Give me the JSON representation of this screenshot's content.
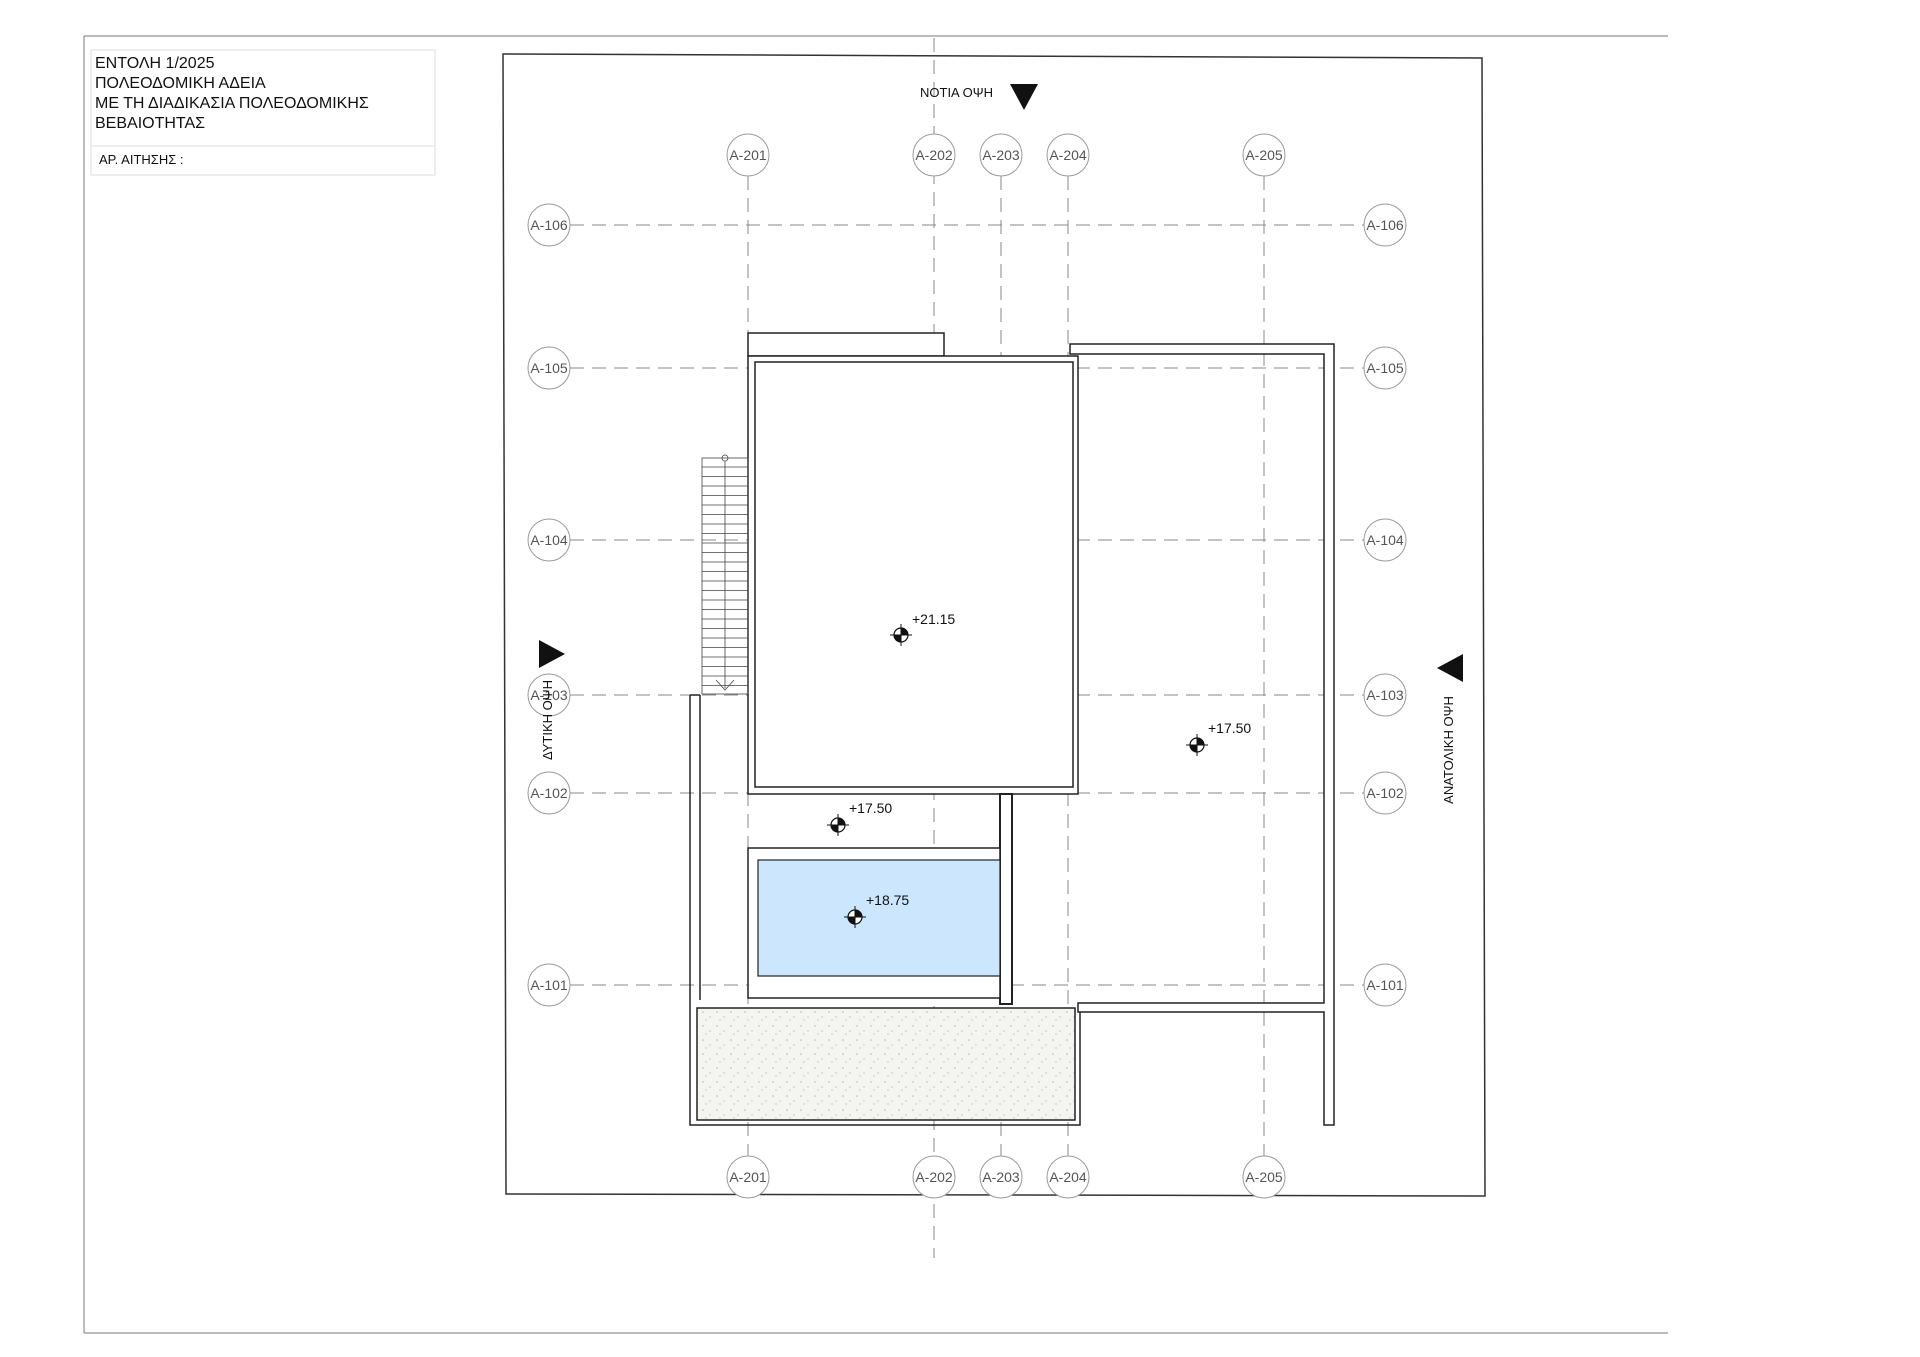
{
  "title_block": {
    "lines": [
      "ΕΝΤΟΛΗ  1/2025",
      "ΠΟΛΕΟΔΟΜΙΚΗ ΑΔΕΙΑ",
      "ΜΕ ΤΗ ΔΙΑΔΙΚΑΣΙΑ ΠΟΛΕΟΔΟΜΙΚΗΣ",
      "ΒΕΒΑΙΟΤΗΤΑΣ"
    ],
    "application_no_label": "ΑΡ. ΑΙΤΗΣΗΣ :"
  },
  "elevations": {
    "south": "ΝΟΤΙΑ ΟΨΗ",
    "west": "ΔΥΤΙΚΗ ΟΨΗ",
    "east": "ΑΝΑΤΟΛΙΚΗ ΟΨΗ"
  },
  "grid": {
    "columns": [
      "A-201",
      "A-202",
      "A-203",
      "A-204",
      "A-205"
    ],
    "rows": [
      "A-106",
      "A-105",
      "A-104",
      "A-103",
      "A-102",
      "A-101"
    ]
  },
  "levels": {
    "roof": "+21.15",
    "terrace_east": "+17.50",
    "terrace_west": "+17.50",
    "pool": "+18.75"
  },
  "colors": {
    "line": "#222222",
    "grid_line": "#8a8a8a",
    "pool": "#cce7fd",
    "planter": "#f4f4f0"
  }
}
